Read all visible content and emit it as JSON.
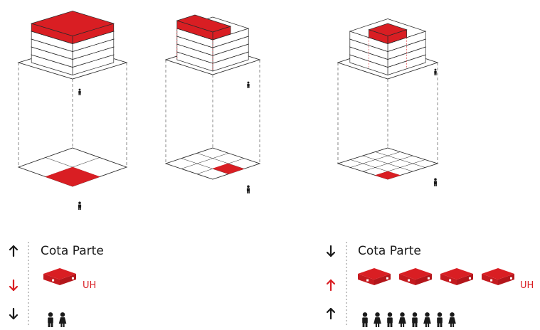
{
  "colors": {
    "accent": "#d91e23",
    "line": "#2a2a2a",
    "text": "#1a1a1a"
  },
  "legend_left": {
    "row1_label": "Cota Parte",
    "row1_arrow": "up",
    "row2_arrow": "down",
    "row2_unit_count": 1,
    "row2_unit_label": "UH",
    "row3_arrow": "down",
    "row3_people_count": 2
  },
  "legend_right": {
    "row1_label": "Cota Parte",
    "row1_arrow": "down",
    "row2_arrow": "up",
    "row2_unit_count": 4,
    "row2_unit_label": "UH",
    "row3_arrow": "up",
    "row3_people_count": 8
  },
  "icons": [
    "arrow-up-icon",
    "arrow-down-icon",
    "housing-unit-icon",
    "person-icon"
  ]
}
